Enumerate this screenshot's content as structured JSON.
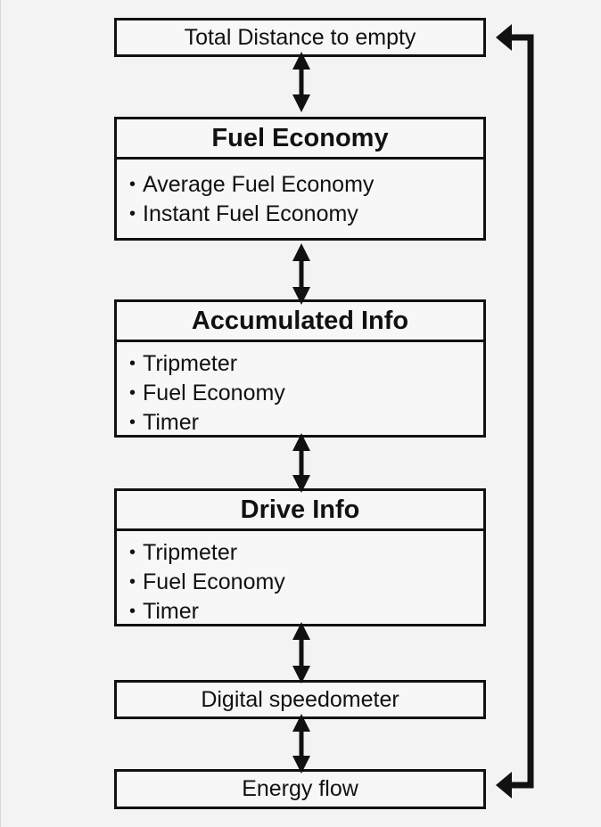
{
  "boxes": {
    "total_distance": "Total Distance to empty",
    "fuel_economy": {
      "title": "Fuel Economy",
      "items": [
        "Average Fuel Economy",
        "Instant Fuel Economy"
      ]
    },
    "accumulated_info": {
      "title": "Accumulated Info",
      "items": [
        "Tripmeter",
        "Fuel Economy",
        "Timer"
      ]
    },
    "drive_info": {
      "title": "Drive Info",
      "items": [
        "Tripmeter",
        "Fuel Economy",
        "Timer"
      ]
    },
    "digital_speedometer": "Digital speedometer",
    "energy_flow": "Energy flow"
  },
  "bullet_symbol": "•",
  "colors": {
    "line": "#111111",
    "background": "#f2f3f2"
  }
}
